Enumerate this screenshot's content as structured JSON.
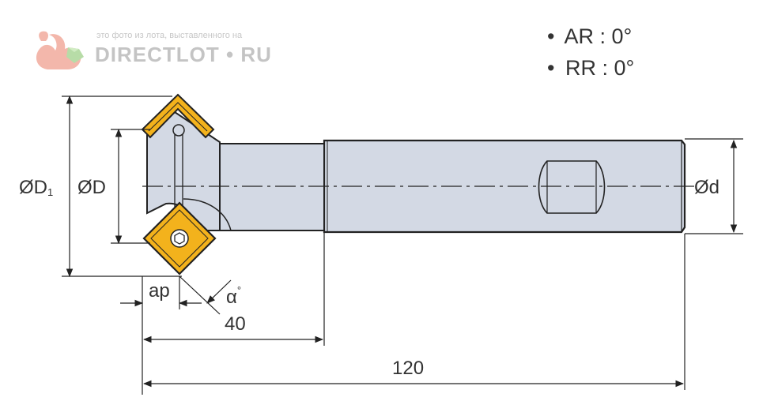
{
  "watermark": {
    "caption": "это фото из лота, выставленного на",
    "brand": "DIRECTLOT • RU"
  },
  "specs": [
    {
      "bullet": "•",
      "text": "AR : 0°"
    },
    {
      "bullet": "•",
      "text": "RR : 0°"
    }
  ],
  "dimensions": {
    "D1_label": "ØD",
    "D1_sub": "1",
    "D_label": "ØD",
    "d_label": "Ød",
    "ap_label": "ap",
    "alpha_label": "α",
    "alpha_deg": "°",
    "len_short": "40",
    "len_total": "120"
  },
  "colors": {
    "body_fill": "#d3d9e4",
    "insert_fill": "#f3b21c",
    "line": "#222222",
    "text": "#333333"
  }
}
